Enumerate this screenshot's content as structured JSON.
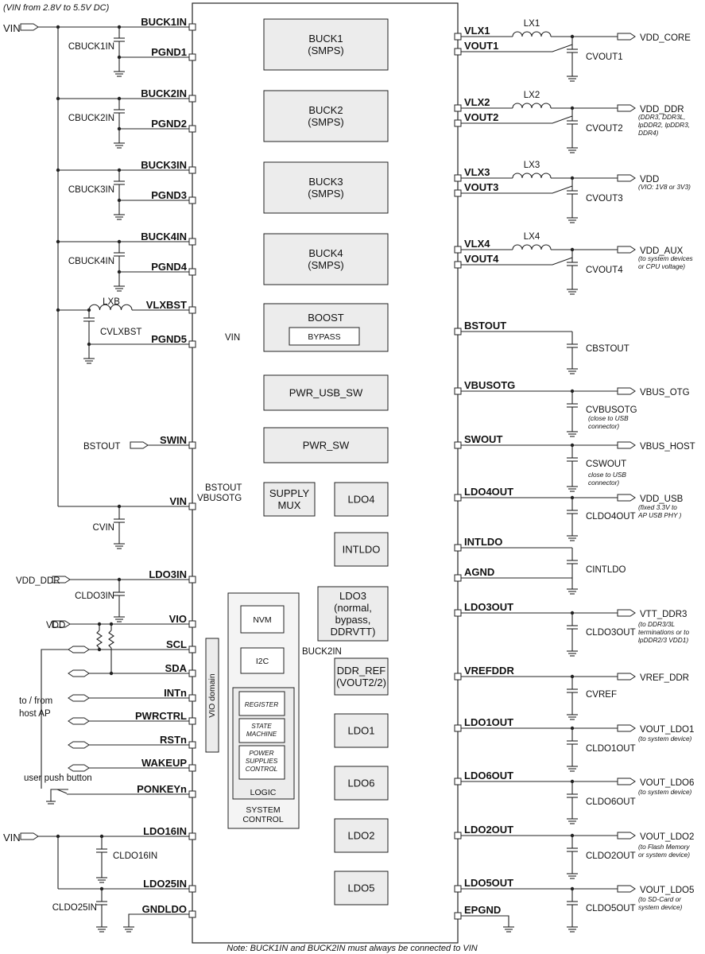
{
  "header_note": "(VIN from 2.8V to 5.5V DC)",
  "footer_note": "Note: BUCK1IN and BUCK2IN must always be connected to VIN",
  "left_pins": [
    {
      "id": "buck1in",
      "label": "BUCK1IN"
    },
    {
      "id": "pgnd1",
      "label": "PGND1"
    },
    {
      "id": "buck2in",
      "label": "BUCK2IN"
    },
    {
      "id": "pgnd2",
      "label": "PGND2"
    },
    {
      "id": "buck3in",
      "label": "BUCK3IN"
    },
    {
      "id": "pgnd3",
      "label": "PGND3"
    },
    {
      "id": "buck4in",
      "label": "BUCK4IN"
    },
    {
      "id": "pgnd4",
      "label": "PGND4"
    },
    {
      "id": "vlxbst",
      "label": "VLXBST"
    },
    {
      "id": "pgnd5",
      "label": "PGND5"
    },
    {
      "id": "swin",
      "label": "SWIN"
    },
    {
      "id": "vin",
      "label": "VIN"
    },
    {
      "id": "ldo3in",
      "label": "LDO3IN"
    },
    {
      "id": "vio",
      "label": "VIO"
    },
    {
      "id": "scl",
      "label": "SCL"
    },
    {
      "id": "sda",
      "label": "SDA"
    },
    {
      "id": "intn",
      "label": "INTn"
    },
    {
      "id": "pwrctrl",
      "label": "PWRCTRL"
    },
    {
      "id": "rstn",
      "label": "RSTn"
    },
    {
      "id": "wakeup",
      "label": "WAKEUP"
    },
    {
      "id": "ponkeyn",
      "label": "PONKEYn"
    },
    {
      "id": "ldo16in",
      "label": "LDO16IN"
    },
    {
      "id": "ldo25in",
      "label": "LDO25IN"
    },
    {
      "id": "gndldo",
      "label": "GNDLDO"
    }
  ],
  "right_pins": [
    {
      "id": "vlx1",
      "label": "VLX1"
    },
    {
      "id": "vout1",
      "label": "VOUT1"
    },
    {
      "id": "vlx2",
      "label": "VLX2"
    },
    {
      "id": "vout2",
      "label": "VOUT2"
    },
    {
      "id": "vlx3",
      "label": "VLX3"
    },
    {
      "id": "vout3",
      "label": "VOUT3"
    },
    {
      "id": "vlx4",
      "label": "VLX4"
    },
    {
      "id": "vout4",
      "label": "VOUT4"
    },
    {
      "id": "bstout",
      "label": "BSTOUT"
    },
    {
      "id": "vbusotg",
      "label": "VBUSOTG"
    },
    {
      "id": "swout",
      "label": "SWOUT"
    },
    {
      "id": "ldo4out",
      "label": "LDO4OUT"
    },
    {
      "id": "intldo",
      "label": "INTLDO"
    },
    {
      "id": "agnd",
      "label": "AGND"
    },
    {
      "id": "ldo3out",
      "label": "LDO3OUT"
    },
    {
      "id": "vrefddr",
      "label": "VREFDDR"
    },
    {
      "id": "ldo1out",
      "label": "LDO1OUT"
    },
    {
      "id": "ldo6out",
      "label": "LDO6OUT"
    },
    {
      "id": "ldo2out",
      "label": "LDO2OUT"
    },
    {
      "id": "ldo5out",
      "label": "LDO5OUT"
    },
    {
      "id": "epgnd",
      "label": "EPGND"
    }
  ],
  "blocks": [
    {
      "id": "buck1",
      "lines": [
        "BUCK1",
        "(SMPS)"
      ]
    },
    {
      "id": "buck2",
      "lines": [
        "BUCK2",
        "(SMPS)"
      ]
    },
    {
      "id": "buck3",
      "lines": [
        "BUCK3",
        "(SMPS)"
      ]
    },
    {
      "id": "buck4",
      "lines": [
        "BUCK4",
        "(SMPS)"
      ]
    },
    {
      "id": "boost",
      "lines": [
        "BOOST"
      ]
    },
    {
      "id": "bypass",
      "lines": [
        "BYPASS"
      ]
    },
    {
      "id": "pwr_usb_sw",
      "lines": [
        "PWR_USB_SW"
      ]
    },
    {
      "id": "pwr_sw",
      "lines": [
        "PWR_SW"
      ]
    },
    {
      "id": "supply_mux",
      "lines": [
        "SUPPLY",
        "MUX"
      ]
    },
    {
      "id": "ldo4",
      "lines": [
        "LDO4"
      ]
    },
    {
      "id": "intldo_blk",
      "lines": [
        "INTLDO"
      ]
    },
    {
      "id": "ldo3",
      "lines": [
        "LDO3",
        "(normal,",
        "bypass,",
        "DDRVTT)"
      ]
    },
    {
      "id": "ddr_ref",
      "lines": [
        "DDR_REF",
        "(VOUT2/2)"
      ]
    },
    {
      "id": "ldo1",
      "lines": [
        "LDO1"
      ]
    },
    {
      "id": "ldo6",
      "lines": [
        "LDO6"
      ]
    },
    {
      "id": "ldo2",
      "lines": [
        "LDO2"
      ]
    },
    {
      "id": "ldo5",
      "lines": [
        "LDO5"
      ]
    },
    {
      "id": "nvm",
      "lines": [
        "NVM"
      ]
    },
    {
      "id": "i2c",
      "lines": [
        "I2C"
      ]
    },
    {
      "id": "register",
      "lines": [
        "REGISTER"
      ]
    },
    {
      "id": "state_machine",
      "lines": [
        "STATE",
        "MACHINE"
      ]
    },
    {
      "id": "power_supplies_control",
      "lines": [
        "POWER",
        "SUPPLIES",
        "CONTROL"
      ]
    }
  ],
  "texts": {
    "vin_top": "VIN",
    "vin_bottom": "VIN",
    "vin_bypass": "VIN",
    "bstout_in": "BSTOUT",
    "mux_bstout": "BSTOUT",
    "mux_vbusotg": "VBUSOTG",
    "buck2in_ref": "BUCK2IN",
    "vdd_ddr_in": "VDD_DDR",
    "vdd_in": "VDD",
    "host_ap": [
      "to / from",
      "host AP"
    ],
    "push_button": "user push button",
    "vio_domain": "VIO domain",
    "logic": "LOGIC",
    "system_control": [
      "SYSTEM",
      "CONTROL"
    ],
    "cbuck1in": "CBUCK1IN",
    "cbuck2in": "CBUCK2IN",
    "cbuck3in": "CBUCK3IN",
    "cbuck4in": "CBUCK4IN",
    "lxb": "LXB",
    "cvlxbst": "CVLXBST",
    "cvin": "CVIN",
    "cldo3in": "CLDO3IN",
    "cldo16in": "CLDO16IN",
    "cldo25in": "CLDO25IN",
    "lx1": "LX1",
    "lx2": "LX2",
    "lx3": "LX3",
    "lx4": "LX4",
    "cvout1": "CVOUT1",
    "cvout2": "CVOUT2",
    "cvout3": "CVOUT3",
    "cvout4": "CVOUT4",
    "cbstout": "CBSTOUT",
    "cvbusotg": "CVBUSOTG",
    "cvbusotg_note": [
      "(close to USB",
      "connector)"
    ],
    "cswout": "CSWOUT",
    "cswout_note": [
      "close to USB",
      "connector)"
    ],
    "cldo4out": "CLDO4OUT",
    "cintldo": "CINTLDO",
    "cldo3out": "CLDO3OUT",
    "cvref": "CVREF",
    "cldo1out": "CLDO1OUT",
    "cldo6out": "CLDO6OUT",
    "cldo2out": "CLDO2OUT",
    "cldo5out": "CLDO5OUT"
  },
  "outputs": [
    {
      "id": "vdd_core",
      "label": "VDD_CORE",
      "notes": []
    },
    {
      "id": "vdd_ddr",
      "label": "VDD_DDR",
      "notes": [
        "(DDR3, DDR3L,",
        "lpDDR2, lpDDR3,",
        "DDR4)"
      ]
    },
    {
      "id": "vdd",
      "label": "VDD",
      "notes": [
        "(VIO: 1V8 or 3V3)"
      ]
    },
    {
      "id": "vdd_aux",
      "label": "VDD_AUX",
      "notes": [
        "(to system devices",
        "or CPU voltage)"
      ]
    },
    {
      "id": "vbus_otg",
      "label": "VBUS_OTG",
      "notes": []
    },
    {
      "id": "vbus_host",
      "label": "VBUS_HOST",
      "notes": []
    },
    {
      "id": "vdd_usb",
      "label": "VDD_USB",
      "notes": [
        "(fixed 3.3V to",
        "AP USB PHY  )"
      ]
    },
    {
      "id": "vtt_ddr3",
      "label": "VTT_DDR3",
      "notes": [
        "(to DDR3/3L",
        "terminations or to",
        "lpDDR2/3 VDD1)"
      ]
    },
    {
      "id": "vref_ddr",
      "label": "VREF_DDR",
      "notes": []
    },
    {
      "id": "vout_ldo1",
      "label": "VOUT_LDO1",
      "notes": [
        "(to system device)"
      ]
    },
    {
      "id": "vout_ldo6",
      "label": "VOUT_LDO6",
      "notes": [
        "(to system device)"
      ]
    },
    {
      "id": "vout_ldo2",
      "label": "VOUT_LDO2",
      "notes": [
        "(to Flash Memory",
        "or system device)"
      ]
    },
    {
      "id": "vout_ldo5",
      "label": "VOUT_LDO5",
      "notes": [
        "(to SD-Card or",
        "system device)"
      ]
    }
  ]
}
